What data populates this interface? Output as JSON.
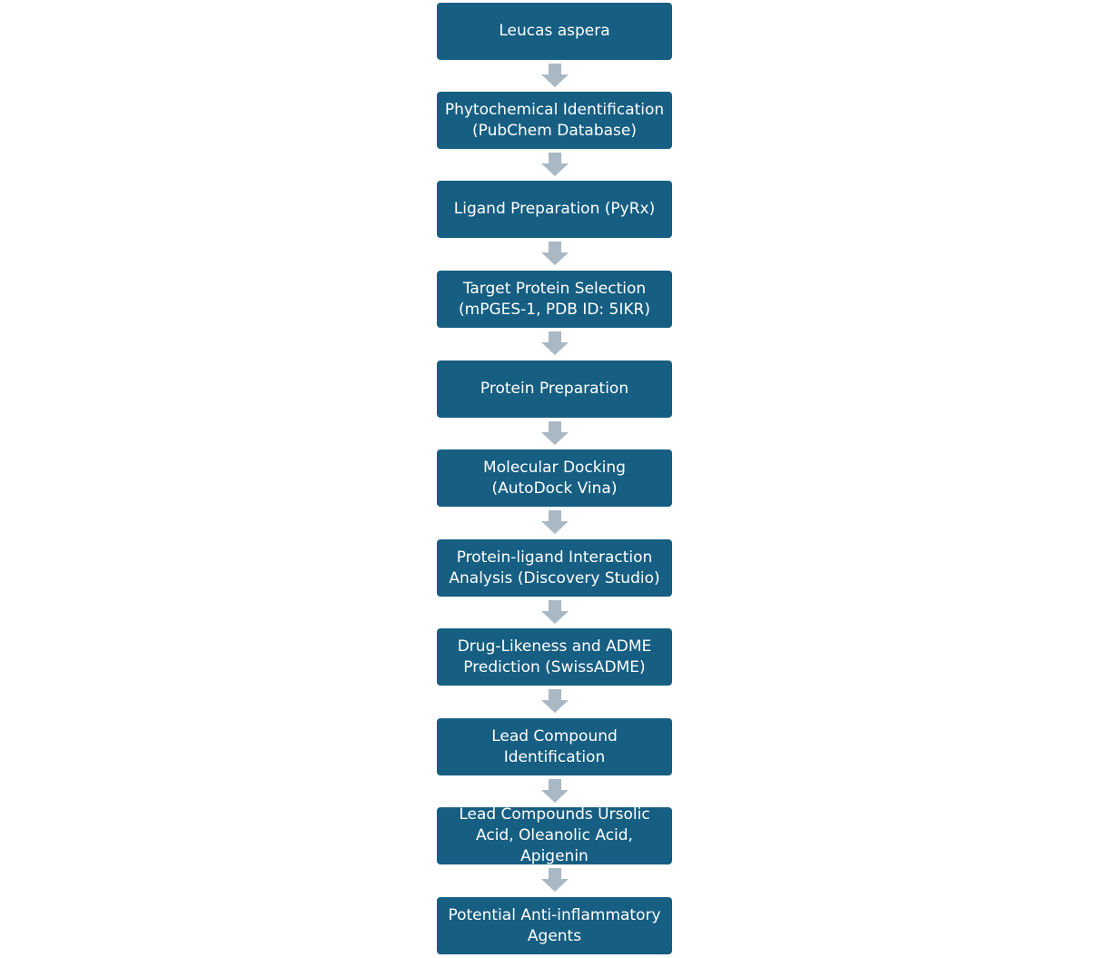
{
  "colors": {
    "box_fill": "#165e82",
    "box_text": "#ffffff",
    "arrow_fill": "#aab8c4"
  },
  "steps": [
    {
      "label": "Leucas aspera"
    },
    {
      "label": "Phytochemical Identification\n(PubChem Database)"
    },
    {
      "label": "Ligand Preparation (PyRx)"
    },
    {
      "label": "Target Protein Selection\n(mPGES-1, PDB ID: 5IKR)"
    },
    {
      "label": "Protein Preparation"
    },
    {
      "label": "Molecular Docking\n(AutoDock Vina)"
    },
    {
      "label": "Protein-ligand Interaction\nAnalysis (Discovery Studio)"
    },
    {
      "label": "Drug-Likeness and ADME\nPrediction (SwissADME)"
    },
    {
      "label": "Lead Compound\nIdentification"
    },
    {
      "label": "Lead Compounds Ursolic\nAcid, Oleanolic Acid,\nApigenin"
    },
    {
      "label": "Potential Anti-inflammatory\nAgents"
    }
  ]
}
